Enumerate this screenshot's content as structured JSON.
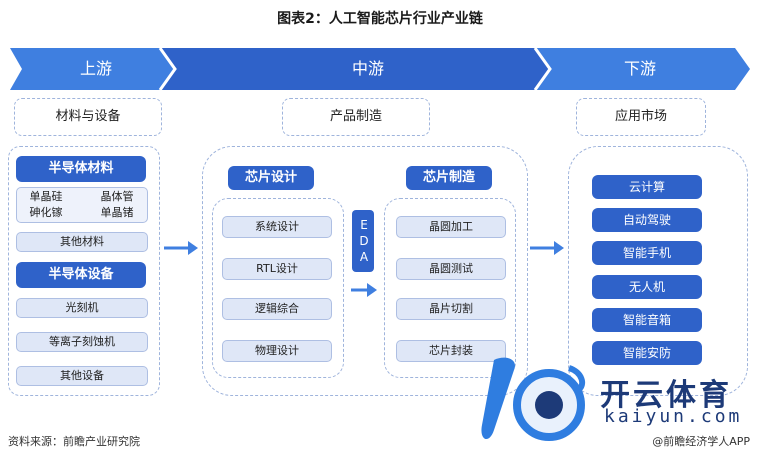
{
  "title": "图表2：人工智能芯片行业产业链",
  "phases": {
    "upstream": "上游",
    "midstream": "中游",
    "downstream": "下游"
  },
  "categories": {
    "upstream": "材料与设备",
    "midstream": "产品制造",
    "downstream": "应用市场"
  },
  "upstream": {
    "materials_title": "半导体材料",
    "materials_items": [
      "单晶硅",
      "晶体管",
      "砷化镓",
      "单晶锗"
    ],
    "other_materials": "其他材料",
    "equipment_title": "半导体设备",
    "equipment_items": [
      "光刻机",
      "等离子刻蚀机",
      "其他设备"
    ]
  },
  "midstream": {
    "design_title": "芯片设计",
    "design_items": [
      "系统设计",
      "RTL设计",
      "逻辑综合",
      "物理设计"
    ],
    "eda_label": "EDA",
    "manufacturing_title": "芯片制造",
    "manufacturing_items": [
      "晶圆加工",
      "晶圆测试",
      "晶片切割",
      "芯片封装"
    ]
  },
  "downstream": {
    "items": [
      "云计算",
      "自动驾驶",
      "智能手机",
      "无人机",
      "智能音箱",
      "智能安防"
    ]
  },
  "source": "资料来源：前瞻产业研究院",
  "footer_right": "@前瞻经济学人APP",
  "brand": {
    "name_cn": "开云体育",
    "name_en": "kaiyun.com"
  },
  "colors": {
    "primary_blue": "#2f62c9",
    "light_blue": "#dfe7f7",
    "border_blue": "#9fb4dc"
  }
}
